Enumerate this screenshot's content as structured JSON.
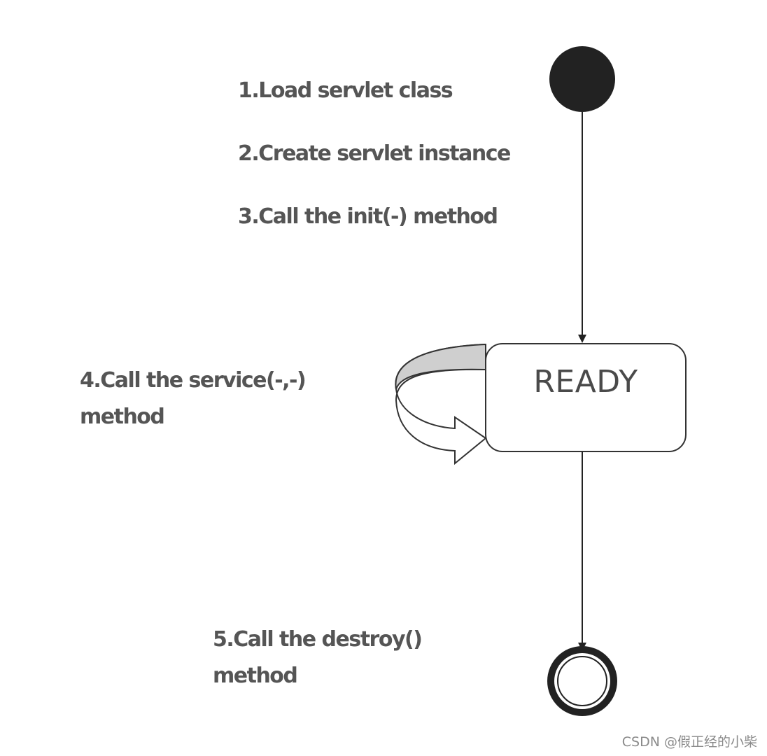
{
  "steps": {
    "load": "1.Load servlet class",
    "create": "2.Create servlet instance",
    "init": "3.Call the init(-) method",
    "service_line1": "4.Call the service(-,-)",
    "service_line2": "method",
    "destroy_line1": "5.Call the destroy()",
    "destroy_line2": "method"
  },
  "state": {
    "ready": "READY"
  },
  "watermark": "CSDN @假正经的小柴",
  "colors": {
    "stroke": "#222222",
    "text": "#555555",
    "loop_fill": "#cfcfcf",
    "start_fill": "#222222",
    "watermark": "#8a8a8a"
  }
}
